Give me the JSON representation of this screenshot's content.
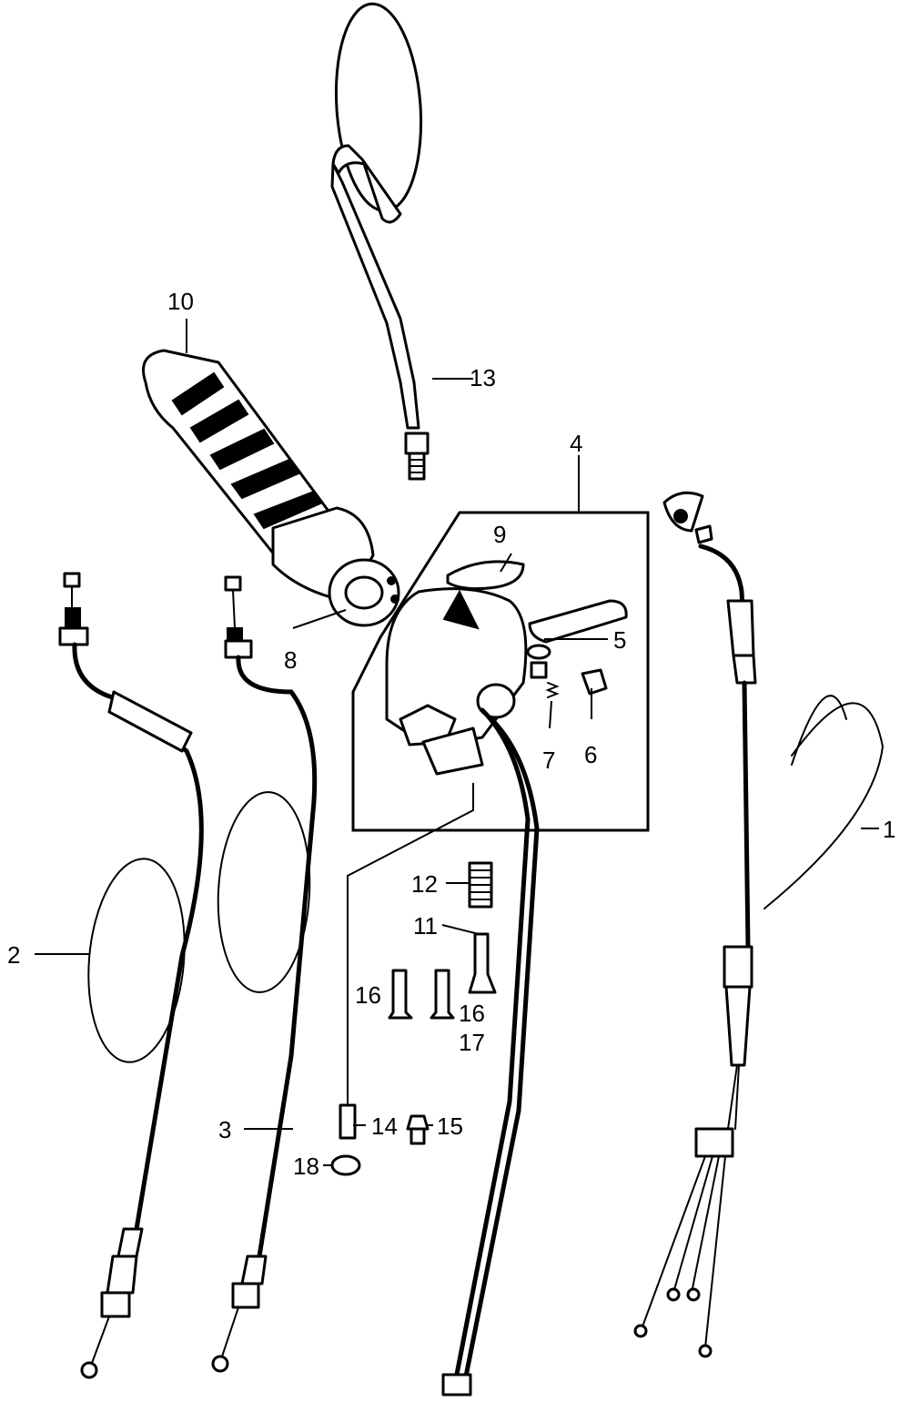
{
  "callouts": {
    "c1": "1",
    "c2": "2",
    "c3": "3",
    "c4": "4",
    "c5": "5",
    "c6": "6",
    "c7": "7",
    "c8": "8",
    "c9": "9",
    "c10": "10",
    "c11": "11",
    "c12": "12",
    "c13": "13",
    "c14": "14",
    "c15": "15",
    "c16a": "16",
    "c16b": "16",
    "c17": "17",
    "c18": "18"
  }
}
